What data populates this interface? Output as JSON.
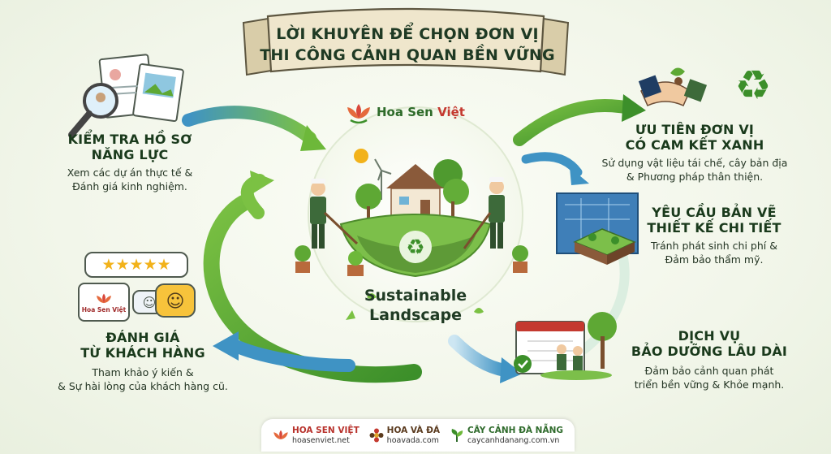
{
  "title": {
    "line1": "LỜI KHUYÊN ĐỂ CHỌN ĐƠN VỊ",
    "line2": "THI CÔNG CẢNH QUAN BỀN VỮNG"
  },
  "center": {
    "brand_part1": "Hoa Sen ",
    "brand_part2": "Việt",
    "label_line1": "Sustainable",
    "label_line2": "Landscape"
  },
  "sections": {
    "check_profile": {
      "heading_line1": "KIỂM TRA HỒ SƠ",
      "heading_line2": "NĂNG LỰC",
      "desc_line1": "Xem các dự án thực tế &",
      "desc_line2": "Đánh giá kinh nghiệm."
    },
    "reviews": {
      "heading_line1": "ĐÁNH GIÁ",
      "heading_line2": "TỪ KHÁCH HÀNG",
      "desc_line1": "Tham khảo ý kiến &",
      "desc_line2": "& Sự hài lòng của khách hàng cũ.",
      "stars": "★★★★★",
      "card_label": "Hoa Sen Việt"
    },
    "green_commitment": {
      "heading_line1": "ƯU TIÊN ĐƠN VỊ",
      "heading_line2": "CÓ CAM KẾT XANH",
      "desc_line1": "Sử dụng vật liệu tái chế, cây bản địa",
      "desc_line2": "& Phương pháp thân thiện."
    },
    "detailed_design": {
      "heading_line1": "YÊU CẦU BẢN VẼ",
      "heading_line2": "THIẾT KẾ CHI TIẾT",
      "desc_line1": "Tránh phát sinh chi phí &",
      "desc_line2": "Đảm bảo thẩm mỹ."
    },
    "maintenance": {
      "heading_line1": "DỊCH VỤ",
      "heading_line2": "BẢO DƯỠNG LÂU DÀI",
      "desc_line1": "Đảm bảo cảnh quan phát",
      "desc_line2": "triển bền vững & Khỏe mạnh."
    }
  },
  "footer": [
    {
      "name": "HOA SEN VIỆT",
      "url": "hoasenviet.net",
      "color": "#b8322c"
    },
    {
      "name": "HOA VÀ ĐÁ",
      "url": "hoavada.com",
      "color": "#5a3a1e"
    },
    {
      "name": "CÂY CẢNH ĐÀ NẴNG",
      "url": "caycanhdanang.com.vn",
      "color": "#2f6b2c"
    }
  ],
  "colors": {
    "arrow_green": "#5fae2e",
    "arrow_blue": "#3f93c4",
    "heading": "#1a3a1c",
    "banner": "#efe6cc"
  }
}
